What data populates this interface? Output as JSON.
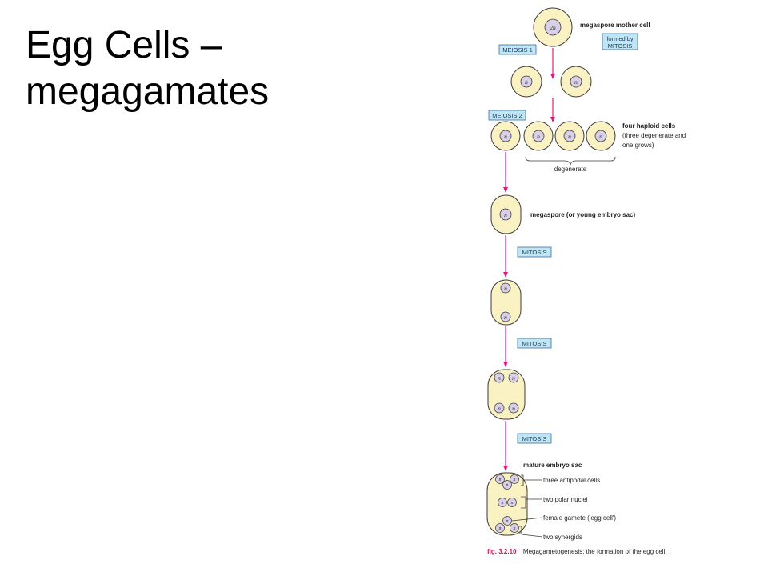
{
  "title": {
    "line1": "Egg Cells –",
    "line2": "megagamates"
  },
  "colors": {
    "cell_fill": "#fbf2c4",
    "cell_stroke": "#3a3a3a",
    "nucleus_fill": "#d9d0e8",
    "arrow": "#e5197a",
    "box_fill": "#bfe6f2",
    "box_stroke": "#3a6fa8"
  },
  "diagram": {
    "nucleus_diploid": "2n",
    "nucleus_haploid": "n",
    "labels": {
      "mother_cell": "megaspore mother cell",
      "formed_by_1": "formed by",
      "formed_by_2": "MITOSIS",
      "meiosis1": "MEIOSIS 1",
      "meiosis2": "MEIOSIS 2",
      "haploid_1": "four haploid cells",
      "haploid_2": "(three degenerate and",
      "haploid_3": "one grows)",
      "degenerate": "degenerate",
      "megaspore": "megaspore (or young embryo sac)",
      "mitosis_a": "MITOSIS",
      "mitosis_b": "MITOSIS",
      "mitosis_c": "MITOSIS",
      "mature": "mature embryo sac",
      "antipodal": "three antipodal cells",
      "polar": "two polar nuclei",
      "egg": "female gamete ('egg cell')",
      "synergids": "two synergids"
    },
    "caption": {
      "fig": "fig. 3.2.10",
      "text": "Megagametogenesis: the formation of the egg cell."
    }
  }
}
